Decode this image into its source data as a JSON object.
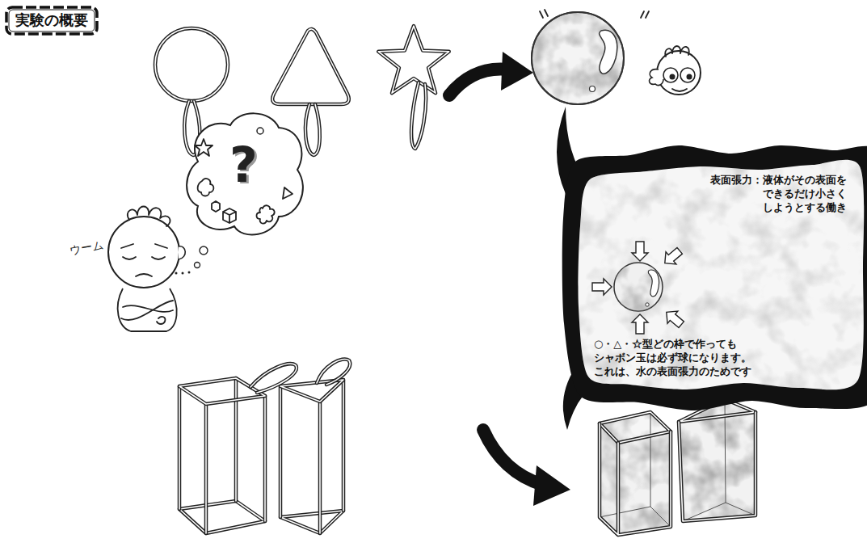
{
  "diagram": {
    "title": "実験の概要",
    "nodes": [
      {
        "text": [
          "表面張力：液体がその表面を できるだけ小さく しようとする働き",
          "○・△・☆型どの枠で作っても シャボン玉は必ず球になります。 これは、水の表面張力のためです"
        ]
      }
    ],
    "labels": [
      "?",
      "ウーム"
    ]
  }
}
